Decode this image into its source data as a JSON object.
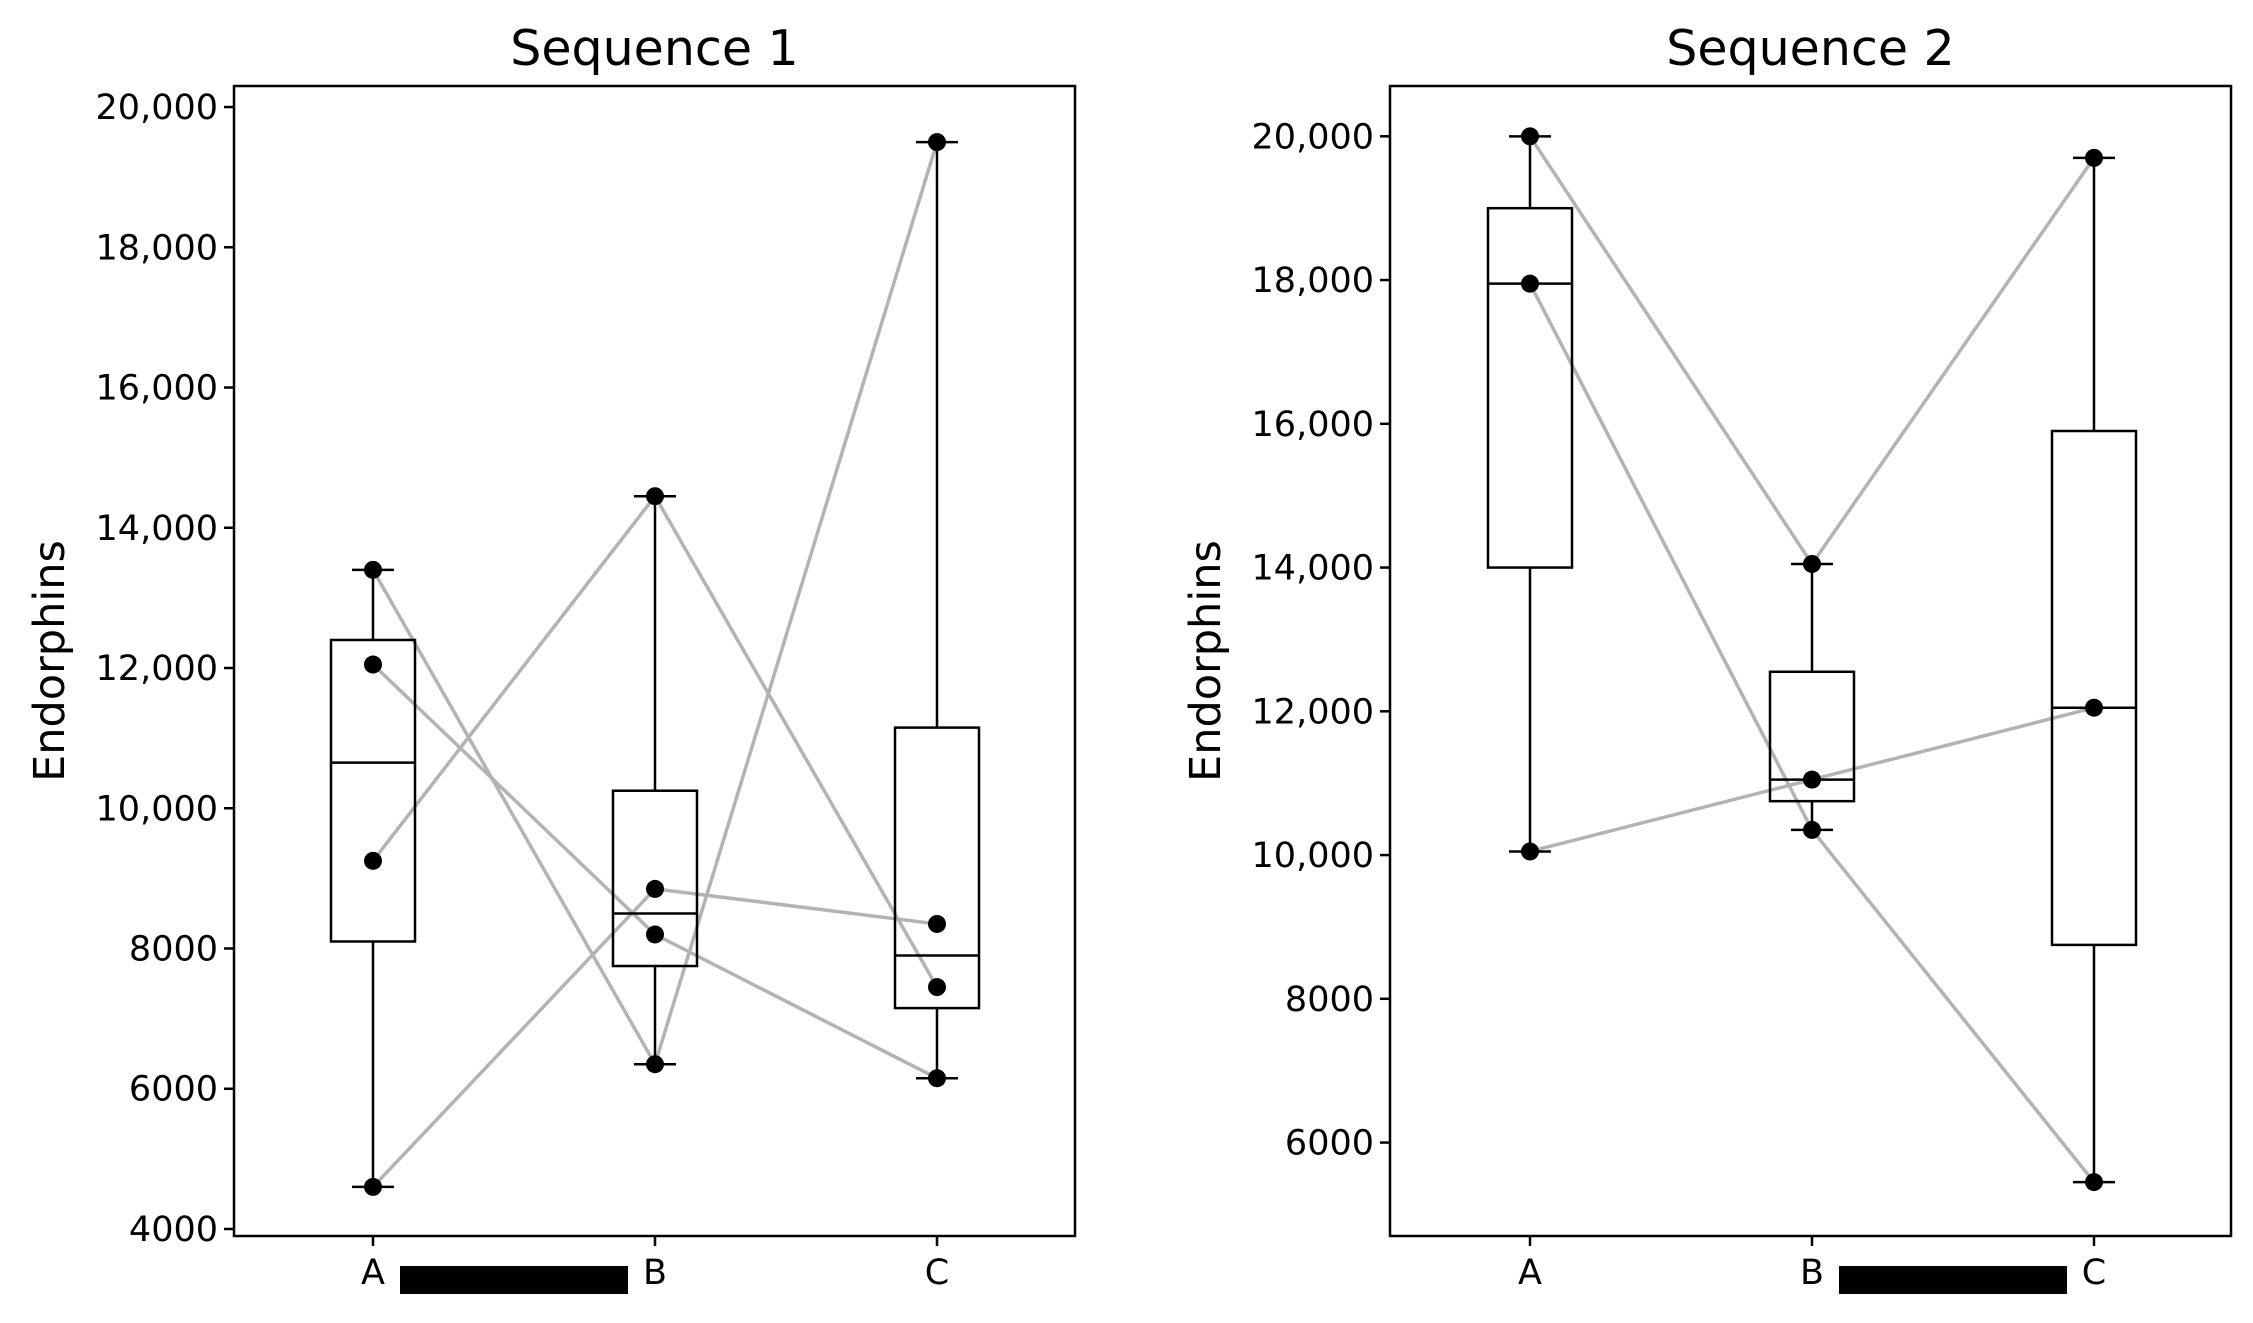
{
  "chart_data": [
    {
      "type": "box",
      "title": "Sequence 1",
      "ylabel": "Endorphins",
      "xlabel": "",
      "ylim": [
        3900,
        20300
      ],
      "yticks": [
        4000,
        6000,
        8000,
        10000,
        12000,
        14000,
        16000,
        18000,
        20000
      ],
      "ytick_labels": [
        "4000",
        "6000",
        "8000",
        "10,000",
        "12,000",
        "14,000",
        "16,000",
        "18,000",
        "20,000"
      ],
      "categories": [
        "A",
        "B",
        "C"
      ],
      "boxes": [
        {
          "category": "A",
          "whisker_low": 4600,
          "q1": 8100,
          "median": 10650,
          "q3": 12400,
          "whisker_high": 13400
        },
        {
          "category": "B",
          "whisker_low": 6350,
          "q1": 7750,
          "median": 8500,
          "q3": 10250,
          "whisker_high": 14450
        },
        {
          "category": "C",
          "whisker_low": 6150,
          "q1": 7150,
          "median": 7900,
          "q3": 11150,
          "whisker_high": 19500
        }
      ],
      "subjects": [
        {
          "values": [
            13400,
            6350,
            19500
          ]
        },
        {
          "values": [
            12050,
            8200,
            6150
          ]
        },
        {
          "values": [
            9250,
            14450,
            7450
          ]
        },
        {
          "values": [
            4600,
            8850,
            8350
          ]
        }
      ],
      "period_bar": {
        "from": "A",
        "to": "B"
      }
    },
    {
      "type": "box",
      "title": "Sequence 2",
      "ylabel": "Endorphins",
      "xlabel": "",
      "ylim": [
        4700,
        20700
      ],
      "yticks": [
        6000,
        8000,
        10000,
        12000,
        14000,
        16000,
        18000,
        20000
      ],
      "ytick_labels": [
        "6000",
        "8000",
        "10,000",
        "12,000",
        "14,000",
        "16,000",
        "18,000",
        "20,000"
      ],
      "categories": [
        "A",
        "B",
        "C"
      ],
      "boxes": [
        {
          "category": "A",
          "whisker_low": 10050,
          "q1": 14000,
          "median": 17950,
          "q3": 19000,
          "whisker_high": 20000
        },
        {
          "category": "B",
          "whisker_low": 10350,
          "q1": 10750,
          "median": 11050,
          "q3": 12550,
          "whisker_high": 14050
        },
        {
          "category": "C",
          "whisker_low": 5450,
          "q1": 8750,
          "median": 12050,
          "q3": 15900,
          "whisker_high": 19700
        }
      ],
      "subjects": [
        {
          "values": [
            20000,
            14050,
            19700
          ]
        },
        {
          "values": [
            17950,
            10350,
            5450
          ]
        },
        {
          "values": [
            10050,
            11050,
            12050
          ]
        }
      ],
      "period_bar": {
        "from": "B",
        "to": "C"
      }
    }
  ]
}
